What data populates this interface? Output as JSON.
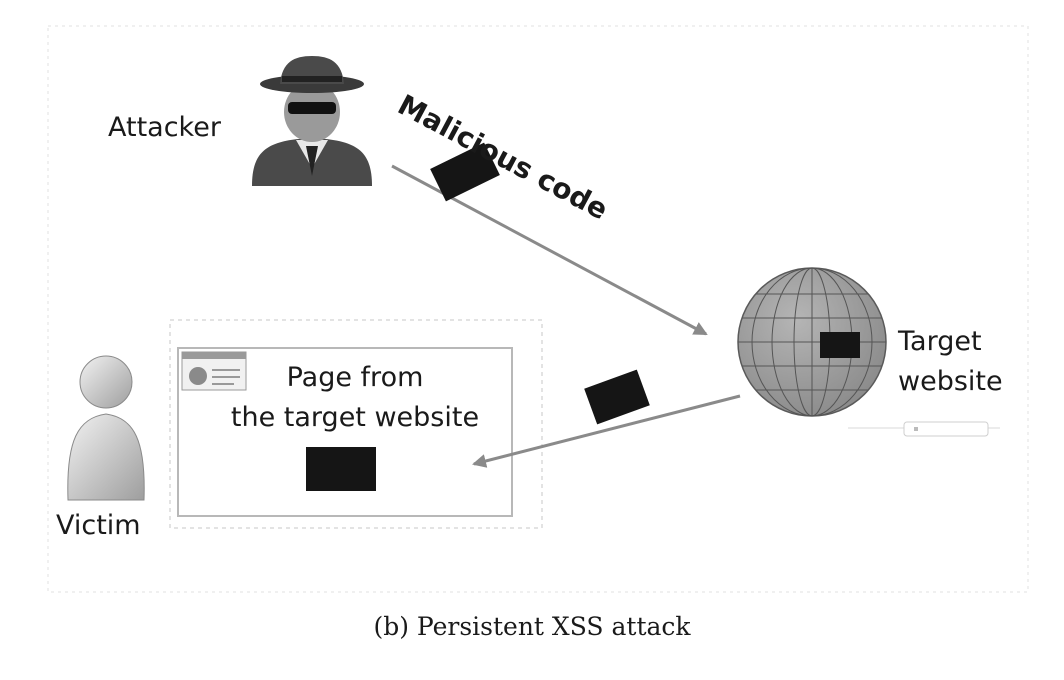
{
  "labels": {
    "attacker": "Attacker",
    "victim": "Victim",
    "target_line1": "Target",
    "target_line2": "website",
    "page_line1": "Page from",
    "page_line2": "the target website",
    "malicious_code": "Malicious code"
  },
  "caption": "(b)  Persistent XSS attack",
  "icons": {
    "attacker": "spy-attacker-icon",
    "victim": "user-person-icon",
    "target": "globe-icon",
    "browser": "browser-window-icon",
    "payload": "malicious-payload-block"
  },
  "colors": {
    "payload": "#151515",
    "arrow": "#8a8a8a",
    "globe": "#9b9b9b",
    "frame": "#c8c8c8"
  }
}
